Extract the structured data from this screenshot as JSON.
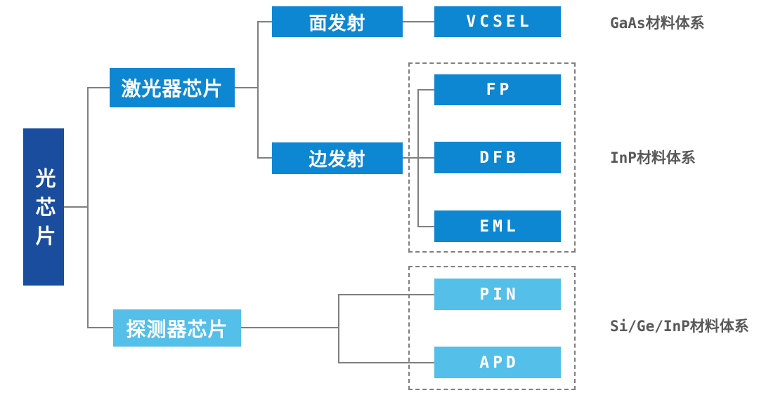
{
  "nodes": {
    "root": {
      "label": "光芯片"
    },
    "laser_chip": {
      "label": "激光器芯片"
    },
    "detector_chip": {
      "label": "探测器芯片"
    },
    "surface_emitting": {
      "label": "面发射"
    },
    "edge_emitting": {
      "label": "边发射"
    },
    "vcsel": {
      "label": "VCSEL"
    },
    "fp": {
      "label": "FP"
    },
    "dfb": {
      "label": "DFB"
    },
    "eml": {
      "label": "EML"
    },
    "pin": {
      "label": "PIN"
    },
    "apd": {
      "label": "APD"
    }
  },
  "annotations": {
    "gaas": {
      "label": "GaAs材料体系"
    },
    "inp": {
      "label": "InP材料体系"
    },
    "si_ge_inp": {
      "label": "Si/Ge/InP材料体系"
    }
  },
  "colors": {
    "root_box": "#1a4d9d",
    "primary_box": "#0e87d2",
    "light_box": "#54bfe9",
    "connector_line": "#7f7f7f",
    "group_border": "#7f7f7f",
    "annotation_text": "#595959",
    "box_text": "#ffffff",
    "background": "#ffffff"
  }
}
